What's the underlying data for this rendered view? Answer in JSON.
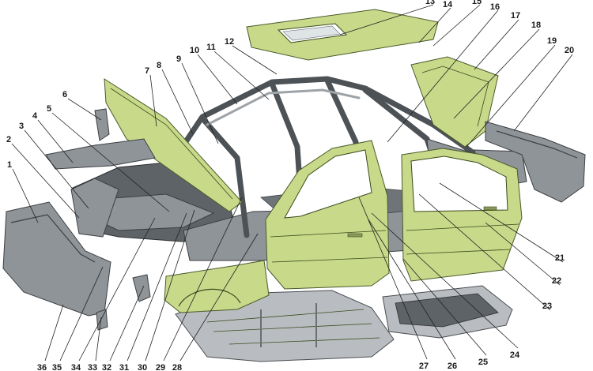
{
  "callouts": [
    "1",
    "2",
    "3",
    "4",
    "5",
    "6",
    "7",
    "8",
    "9",
    "10",
    "11",
    "12",
    "13",
    "14",
    "15",
    "16",
    "17",
    "18",
    "19",
    "20",
    "21",
    "22",
    "23",
    "24",
    "25",
    "26",
    "27",
    "28",
    "29",
    "30",
    "31",
    "32",
    "33",
    "34",
    "35",
    "36"
  ],
  "colors": {
    "panel_green": "#c8d98a",
    "body_grey": "#8f9499",
    "background": "#ffffff"
  }
}
